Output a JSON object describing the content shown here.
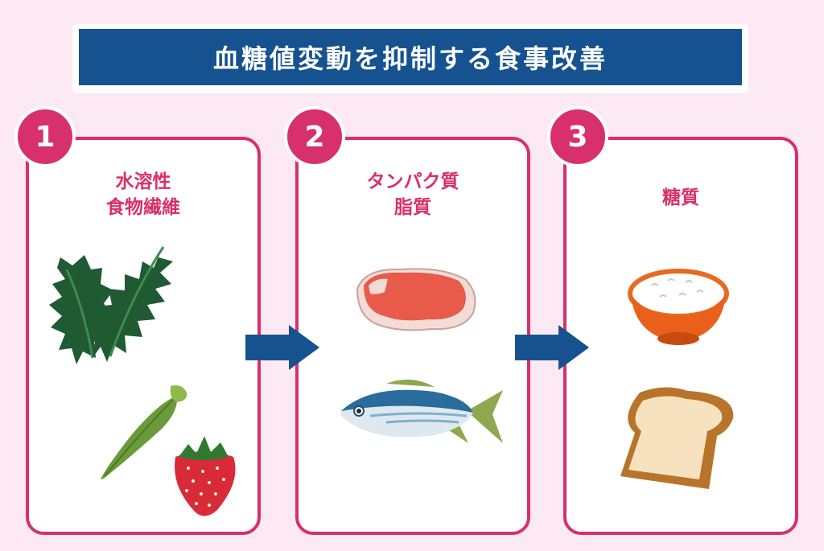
{
  "title": "血糖値変動を抑制する食事改善",
  "steps": [
    {
      "number": "1",
      "lines": [
        "水溶性",
        "食物繊維"
      ]
    },
    {
      "number": "2",
      "lines": [
        "タンパク質",
        "脂質"
      ]
    },
    {
      "number": "3",
      "lines": [
        "糖質"
      ]
    }
  ],
  "colors": {
    "title_bg": "#15528f",
    "accent": "#d8306a",
    "background": "#fde9f3"
  }
}
